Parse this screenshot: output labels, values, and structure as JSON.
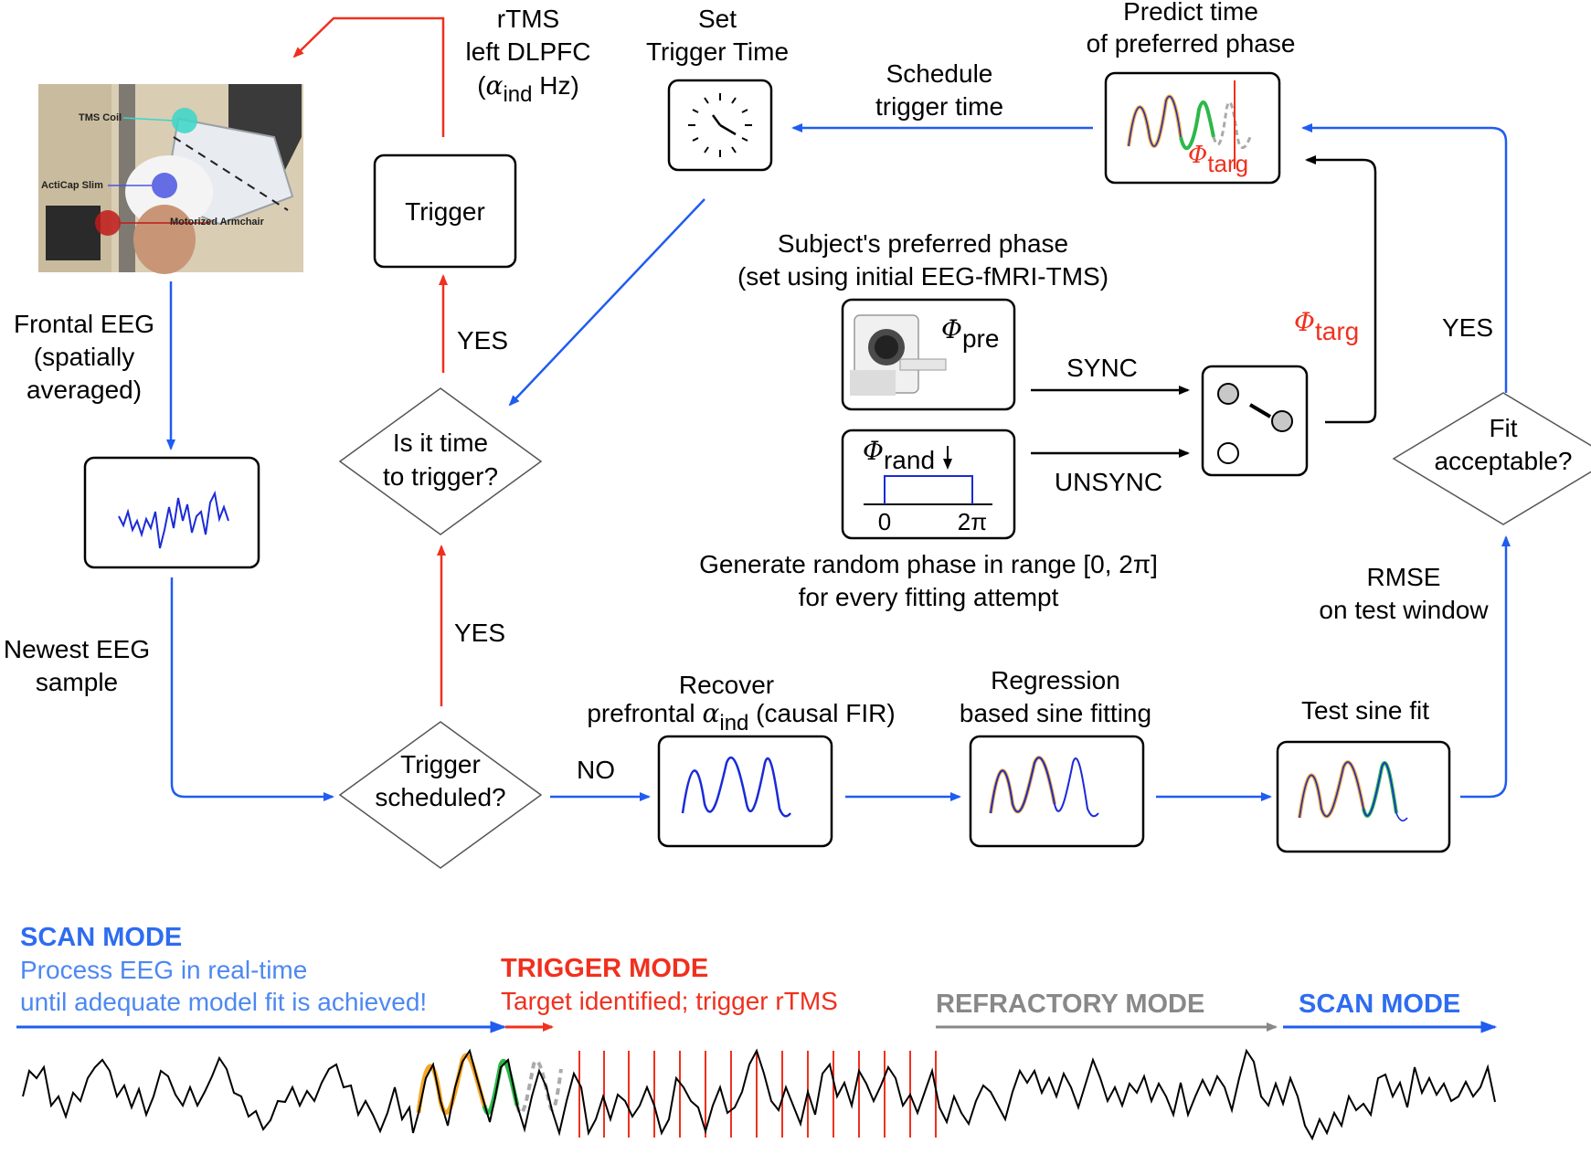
{
  "colors": {
    "flow_blue": "#1f5cf0",
    "flow_red": "#f0301e",
    "flow_black": "#000000",
    "gray": "#888888",
    "sine_orange": "#f5a623",
    "sine_green": "#2db84a",
    "eeg_blue": "#1a2bd6",
    "dot_gray": "#c8c8c8"
  },
  "photo": {
    "labels": {
      "coil": "TMS Coil",
      "cap": "ActiCap Slim",
      "chair": "Motorized Armchair"
    }
  },
  "nodes": {
    "frontal_eeg": [
      "Frontal EEG",
      "(spatially",
      "averaged)"
    ],
    "newest_sample": [
      "Newest EEG",
      "sample"
    ],
    "trigger_box": "Trigger",
    "rtms": [
      "rTMS",
      "left DLPFC"
    ],
    "rtms_freq": {
      "open": "(",
      "symbol": "α",
      "sub": "ind",
      "close": " Hz)"
    },
    "decision_time": [
      "Is it time",
      "to trigger?"
    ],
    "decision_scheduled": [
      "Trigger",
      "scheduled?"
    ],
    "set_trigger": [
      "Set",
      "Trigger Time"
    ],
    "schedule": [
      "Schedule",
      "trigger time"
    ],
    "predict": [
      "Predict time",
      "of preferred phase"
    ],
    "phi_targ": {
      "symbol": "Φ",
      "sub": "targ"
    },
    "preferred_phase": [
      "Subject's preferred phase",
      "(set using initial EEG-fMRI-TMS)"
    ],
    "phi_pre": {
      "symbol": "Φ",
      "sub": "pre"
    },
    "phi_rand": {
      "symbol": "Φ",
      "sub": "rand"
    },
    "range_ticks": [
      "0",
      "2π"
    ],
    "random_phase": [
      "Generate random phase in range [0, 2π]",
      "for every fitting attempt"
    ],
    "recover": {
      "line1": "Recover",
      "prefix": "prefrontal ",
      "symbol": "α",
      "sub": "ind",
      "suffix": " (causal FIR)"
    },
    "regression": [
      "Regression",
      "based sine fitting"
    ],
    "test_fit": "Test sine fit",
    "rmse": [
      "RMSE",
      "on test window"
    ],
    "fit_ok": [
      "Fit",
      "acceptable?"
    ]
  },
  "edges": {
    "yes_top": "YES",
    "yes_mid": "YES",
    "yes_right": "YES",
    "no": "NO",
    "sync": "SYNC",
    "unsync": "UNSYNC"
  },
  "modes": {
    "scan": {
      "title": "SCAN MODE",
      "lines": [
        "Process EEG in real-time",
        "until adequate model fit is achieved!"
      ]
    },
    "trigger": {
      "title": "TRIGGER MODE",
      "line": "Target identified; trigger rTMS"
    },
    "refractory": {
      "title": "REFRACTORY MODE"
    },
    "scan2": {
      "title": "SCAN MODE"
    }
  }
}
